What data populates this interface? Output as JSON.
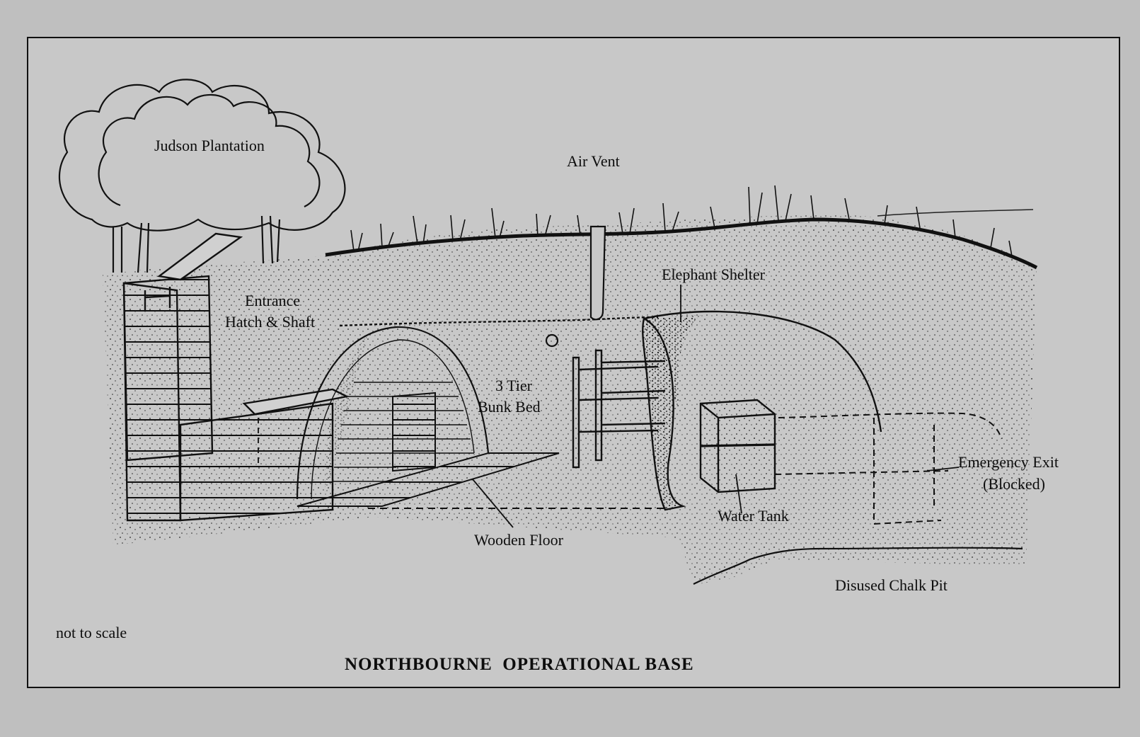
{
  "diagram": {
    "title": "NORTHBOURNE  OPERATIONAL BASE",
    "note": "not to scale",
    "labels": {
      "plantation": "Judson Plantation",
      "air_vent": "Air Vent",
      "entrance_line1": "Entrance",
      "entrance_line2": "Hatch & Shaft",
      "elephant_shelter": "Elephant Shelter",
      "bunk_line1": "3 Tier",
      "bunk_line2": "Bunk Bed",
      "emergency_line1": "Emergency Exit",
      "emergency_line2": "(Blocked)",
      "water_tank": "Water Tank",
      "wooden_floor": "Wooden Floor",
      "chalk_pit": "Disused Chalk Pit"
    }
  }
}
